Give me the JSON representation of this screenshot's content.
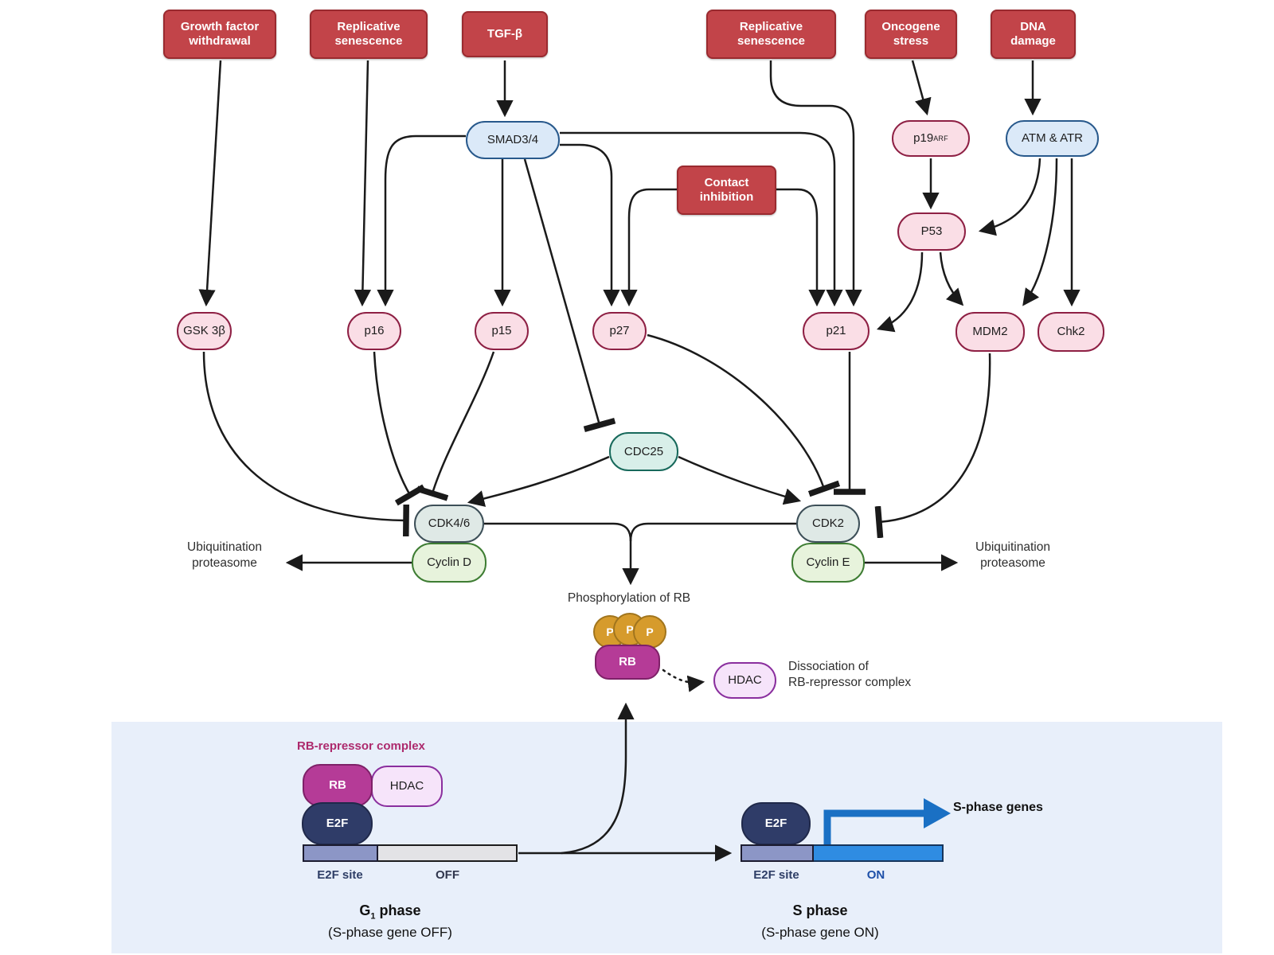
{
  "nodes": {
    "growth_factor_withdrawal": "Growth factor withdrawal",
    "replicative_senescence": "Replicative senescence",
    "tgf_beta": "TGF-β",
    "oncogene_stress": "Oncogene stress",
    "dna_damage": "DNA damage",
    "contact_inhibition": "Contact inhibition",
    "smad34": "SMAD3/4",
    "p19": {
      "base": "p19",
      "sup": "ARF"
    },
    "atm_atr": "ATM & ATR",
    "p53": "P53",
    "gsk3b": "GSK 3β",
    "p16": "p16",
    "p15": "p15",
    "p27": "p27",
    "p21": "p21",
    "mdm2": "MDM2",
    "chk2": "Chk2",
    "cdc25": "CDC25",
    "cdk46": "CDK4/6",
    "cyclin_d": "Cyclin D",
    "cdk2": "CDK2",
    "cyclin_e": "Cyclin E",
    "phospho": "P",
    "rb": "RB",
    "hdac": "HDAC",
    "e2f": "E2F"
  },
  "labels": {
    "ubiquitination": {
      "line1": "Ubiquitination",
      "line2": "proteasome"
    },
    "phosphorylation_rb": "Phosphorylation of RB",
    "dissociation": {
      "line1": "Dissociation of",
      "line2": "RB-repressor complex"
    },
    "rb_repressor_complex": "RB-repressor complex",
    "e2f_site": "E2F site",
    "off": "OFF",
    "on": "ON",
    "s_phase_genes": "S-phase genes",
    "g1_phase": {
      "base": "G",
      "sub": "1",
      "rest": " phase"
    },
    "g1_caption": "(S-phase gene OFF)",
    "s_phase": "S phase",
    "s_caption": "(S-phase gene ON)"
  },
  "colors": {
    "stimulus_box": "#c24449",
    "pink_node": "#fadee6",
    "pink_border": "#8e2044",
    "blue_node": "#dbe9f8",
    "teal_node": "#d8efe9",
    "kinase_node": "#dfe9e6",
    "cyclin_node": "#e7f3dc",
    "hdac_node": "#f6e4fa",
    "e2f_node": "#2f3c68",
    "rb_node": "#b53b97",
    "phosphate": "#d69b2c",
    "panel_bg": "#e8effa",
    "dna_e2f_site": "#8c96c6",
    "dna_off": "#e3e3e6",
    "dna_on": "#2f8ce2",
    "transcription_arrow": "#1a70c4",
    "rb_label_text": "#ad2a6d",
    "edge": "#1a1a1a"
  }
}
